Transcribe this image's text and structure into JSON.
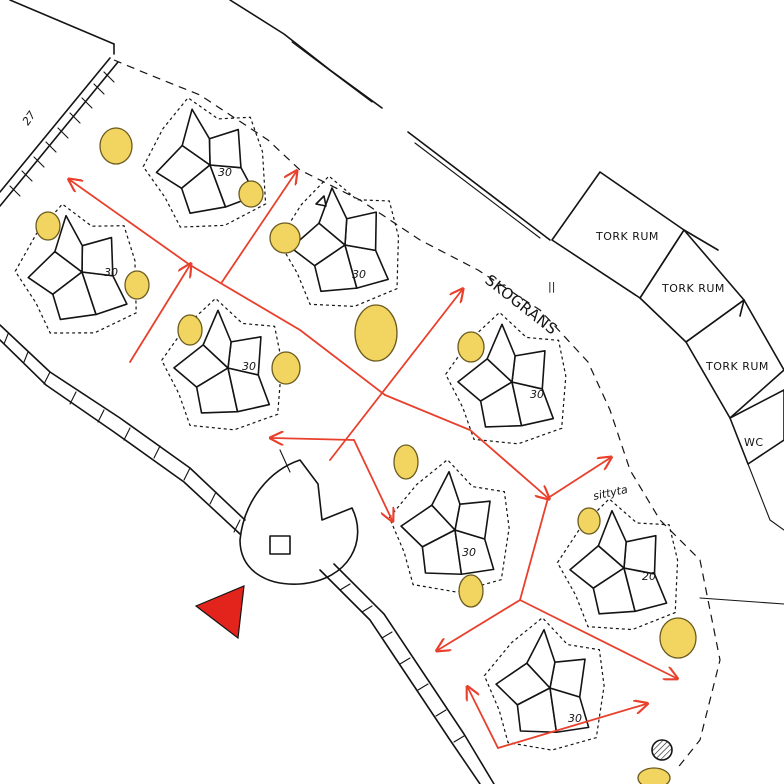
{
  "colors": {
    "ink": "#141414",
    "arrow": "#e8402c",
    "tree_fill": "#f2d561",
    "north_marker": "#e3241c"
  },
  "labels": {
    "road_number": "27",
    "boundary": "SKOGRANS",
    "sitting_area": "sittyta",
    "dry_room_1": "TORK RUM",
    "dry_room_2": "TORK RUM",
    "dry_room_3": "TORK RUM",
    "wc": "WC"
  },
  "buildings": [
    {
      "id": "b1",
      "units": "30"
    },
    {
      "id": "b2",
      "units": "30"
    },
    {
      "id": "b3",
      "units": "30"
    },
    {
      "id": "b4",
      "units": "30"
    },
    {
      "id": "b5",
      "units": "30"
    },
    {
      "id": "b6",
      "units": "30"
    },
    {
      "id": "b7",
      "units": "20"
    },
    {
      "id": "b8",
      "units": "30"
    }
  ],
  "icons": {
    "north_marker": "red-triangle-icon",
    "entrance": "hatched-circle-icon"
  }
}
